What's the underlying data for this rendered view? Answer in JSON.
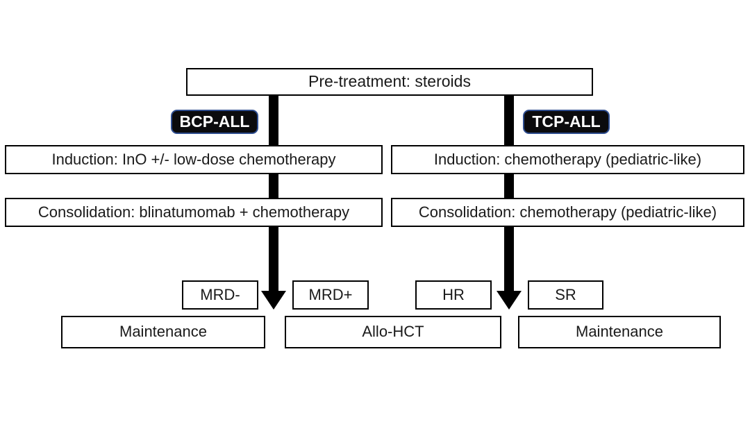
{
  "flowchart": {
    "pretreatment": {
      "label": "Pre-treatment: steroids"
    },
    "branches": [
      {
        "badge": "BCP-ALL",
        "induction": "Induction: InO +/- low-dose chemotherapy",
        "consolidation": "Consolidation: blinatumomab + chemotherapy",
        "stratification": [
          "MRD-",
          "MRD+"
        ]
      },
      {
        "badge": "TCP-ALL",
        "induction": "Induction: chemotherapy (pediatric-like)",
        "consolidation": "Consolidation: chemotherapy (pediatric-like)",
        "stratification": [
          "HR",
          "SR"
        ]
      }
    ],
    "outcomes": [
      {
        "label": "Maintenance"
      },
      {
        "label": "Allo-HCT"
      },
      {
        "label": "Maintenance"
      }
    ],
    "colors": {
      "background": "#ffffff",
      "box_border": "#000000",
      "text": "#1a1a1a",
      "arrow": "#000000",
      "badge_background": "#0b0b0d",
      "badge_border": "#2e4d8f",
      "badge_text": "#ffffff"
    }
  }
}
